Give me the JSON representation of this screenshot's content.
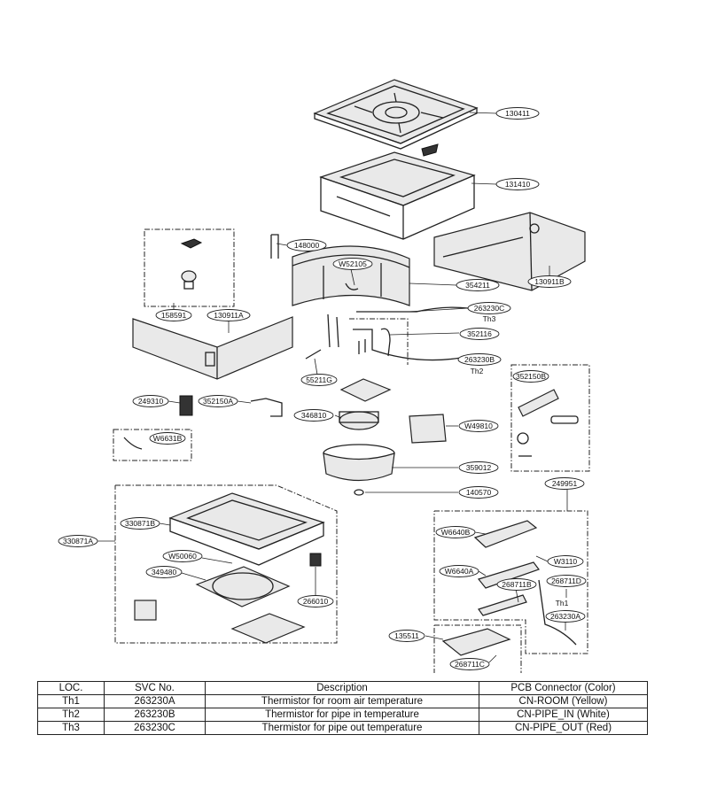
{
  "callouts": [
    {
      "id": "130411",
      "label": "130411"
    },
    {
      "id": "131410",
      "label": "131410"
    },
    {
      "id": "148000",
      "label": "148000"
    },
    {
      "id": "W52105",
      "label": "W52105"
    },
    {
      "id": "354211",
      "label": "354211"
    },
    {
      "id": "130911B",
      "label": "130911B"
    },
    {
      "id": "158591",
      "label": "158591"
    },
    {
      "id": "130911A",
      "label": "130911A"
    },
    {
      "id": "263230C",
      "label": "263230C"
    },
    {
      "id": "352116",
      "label": "352116"
    },
    {
      "id": "263230B",
      "label": "263230B"
    },
    {
      "id": "55211G",
      "label": "55211G"
    },
    {
      "id": "352150B",
      "label": "352150B"
    },
    {
      "id": "249310",
      "label": "249310"
    },
    {
      "id": "352150A",
      "label": "352150A"
    },
    {
      "id": "346810",
      "label": "346810"
    },
    {
      "id": "W49810",
      "label": "W49810"
    },
    {
      "id": "W6631B",
      "label": "W6631B"
    },
    {
      "id": "359012",
      "label": "359012"
    },
    {
      "id": "140570",
      "label": "140570"
    },
    {
      "id": "249951",
      "label": "249951"
    },
    {
      "id": "330871B",
      "label": "330871B"
    },
    {
      "id": "330871A",
      "label": "330871A"
    },
    {
      "id": "W50060",
      "label": "W50060"
    },
    {
      "id": "349480",
      "label": "349480"
    },
    {
      "id": "266010",
      "label": "266010"
    },
    {
      "id": "W6640B",
      "label": "W6640B"
    },
    {
      "id": "W6640A",
      "label": "W6640A"
    },
    {
      "id": "W3110",
      "label": "W3110"
    },
    {
      "id": "268711B",
      "label": "268711B"
    },
    {
      "id": "268711D",
      "label": "268711D"
    },
    {
      "id": "263230A",
      "label": "263230A"
    },
    {
      "id": "135511",
      "label": "135511"
    },
    {
      "id": "268711C",
      "label": "268711C"
    }
  ],
  "tags": {
    "th1": "Th1",
    "th2": "Th2",
    "th3": "Th3"
  },
  "table": {
    "headers": [
      "LOC.",
      "SVC No.",
      "Description",
      "PCB Connector (Color)"
    ],
    "rows": [
      [
        "Th1",
        "263230A",
        "Thermistor for room air temperature",
        "CN-ROOM (Yellow)"
      ],
      [
        "Th2",
        "263230B",
        "Thermistor for pipe in temperature",
        "CN-PIPE_IN (White)"
      ],
      [
        "Th3",
        "263230C",
        "Thermistor for pipe out temperature",
        "CN-PIPE_OUT (Red)"
      ]
    ]
  }
}
